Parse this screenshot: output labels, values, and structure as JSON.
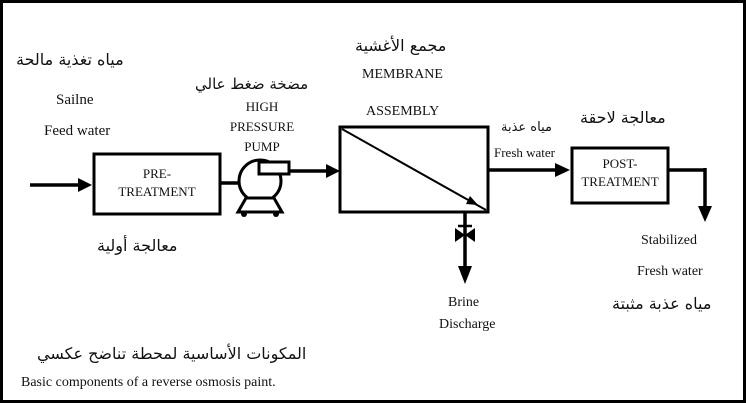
{
  "feed": {
    "ar": "مياه تغذية مالحة",
    "en1": "Sailne",
    "en2": "Feed water"
  },
  "pump": {
    "ar": "مضخة ضغط عالي",
    "en1": "HIGH",
    "en2": "PRESSURE",
    "en3": "PUMP"
  },
  "membrane": {
    "ar": "مجمع الأغشية",
    "en1": "MEMBRANE",
    "en2": "ASSEMBLY"
  },
  "fresh": {
    "ar": "مياه عذبة",
    "en": "Fresh water"
  },
  "post": {
    "ar": "معالجة لاحقة",
    "line1": "POST-",
    "line2": "TREATMENT"
  },
  "pre": {
    "ar": "معالجة أولية",
    "line1": "PRE-",
    "line2": "TREATMENT"
  },
  "brine": {
    "line1": "Brine",
    "line2": "Discharge"
  },
  "stabilized": {
    "en1": "Stabilized",
    "en2": "Fresh water",
    "ar": "مياه عذبة مثبتة"
  },
  "caption": {
    "ar": "المكونات الأساسية لمحطة تناضح عكسي",
    "en": "Basic components of a reverse osmosis paint."
  }
}
